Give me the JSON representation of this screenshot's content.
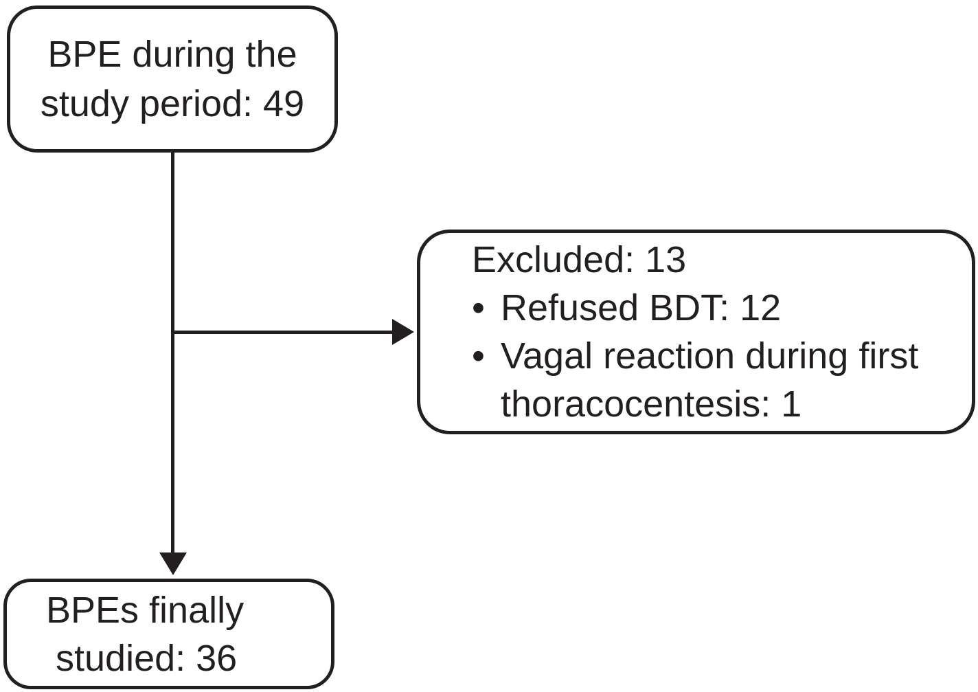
{
  "diagram": {
    "type": "flowchart",
    "colors": {
      "ink": "#231f20",
      "background": "#ffffff"
    },
    "nodes": {
      "top": {
        "line1": "BPE during the",
        "line2": "study period: 49"
      },
      "excluded": {
        "title": "Excluded: 13",
        "bullet_char": "•",
        "bullets": [
          {
            "text": "Refused BDT: 12"
          },
          {
            "text": "Vagal reaction during first\nthoracocentesis: 1"
          }
        ]
      },
      "bottom": {
        "line1": "BPEs finally",
        "line2": "studied: 36"
      }
    }
  }
}
